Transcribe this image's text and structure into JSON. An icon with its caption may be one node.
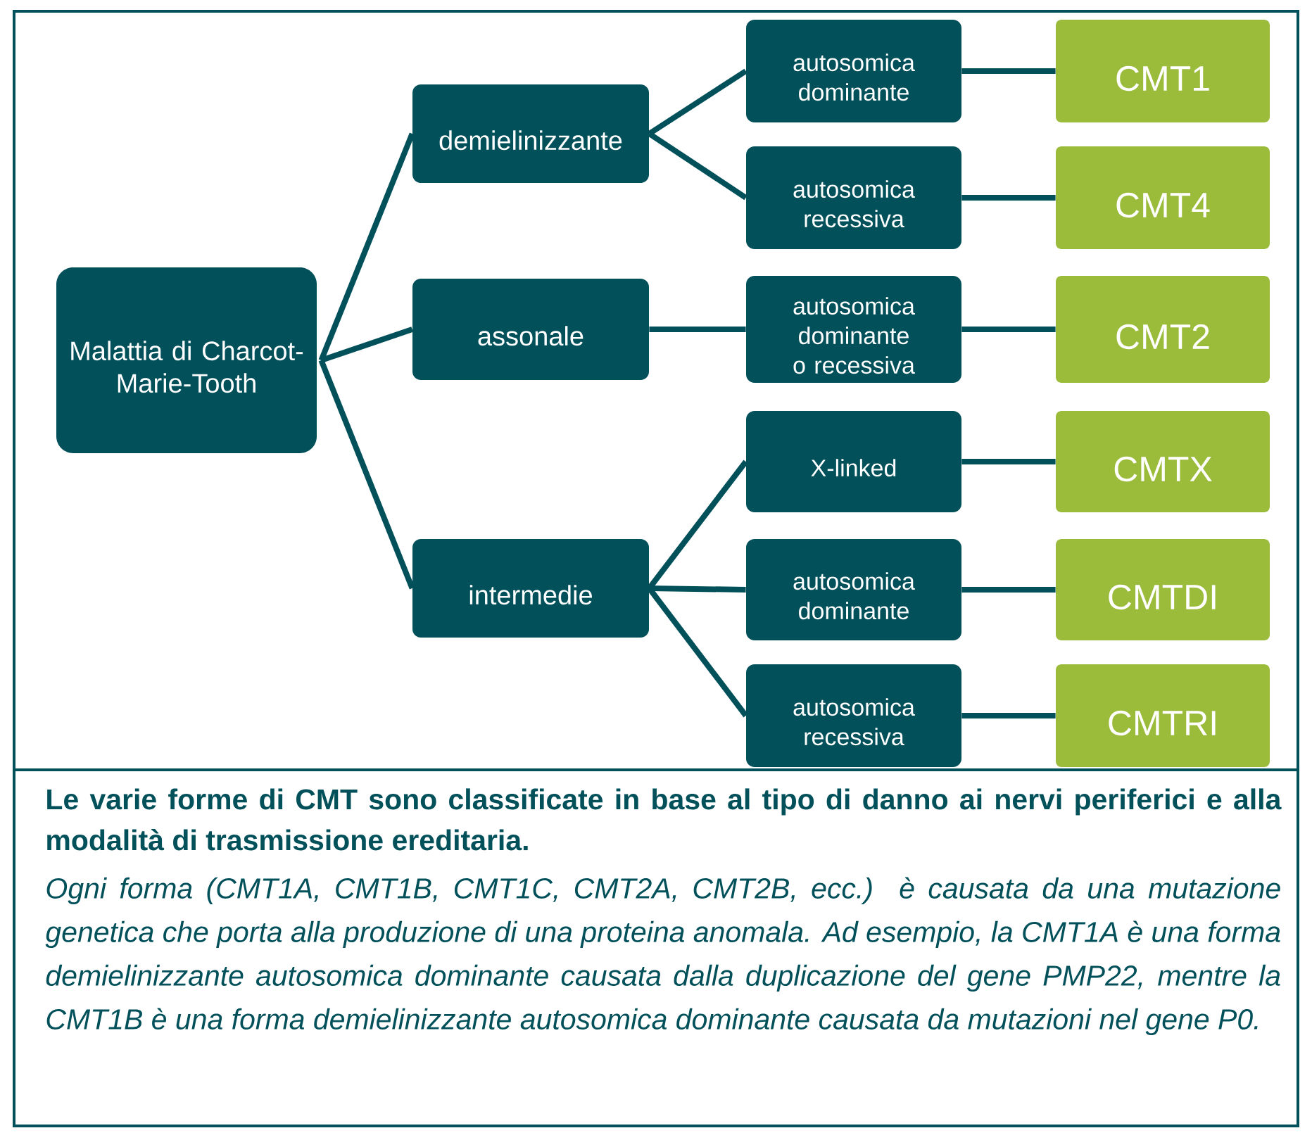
{
  "diagram": {
    "caption": "Le varie forme di CMT sono classificate in base al tipo di danno ai nervi periferici e alla modalità di trasmissione ereditaria.",
    "nodes": [
      {
        "text": [
          "Malattia di Charcot-Marie-Tooth"
        ]
      },
      {
        "text": [
          "demielinizzante"
        ]
      },
      {
        "text": [
          "assonale"
        ]
      },
      {
        "text": [
          "intermedie"
        ]
      },
      {
        "text": [
          "autosomica dominante"
        ]
      },
      {
        "text": [
          "autosomica recessiva"
        ]
      },
      {
        "text": [
          "autosomica dominante o recessiva"
        ]
      },
      {
        "text": [
          "X-linked"
        ]
      },
      {
        "text": [
          "autosomica dominante"
        ]
      },
      {
        "text": [
          "autosomica recessiva"
        ]
      },
      {
        "text": [
          "CMT1"
        ]
      },
      {
        "text": [
          "CMT4"
        ]
      },
      {
        "text": [
          "CMT2"
        ]
      },
      {
        "text": [
          "CMTX"
        ]
      },
      {
        "text": [
          "CMTDI"
        ]
      },
      {
        "text": [
          "CMTRI"
        ]
      }
    ],
    "edges": [
      {
        "from": 0,
        "to": 1,
        "arrow": "none"
      },
      {
        "from": 0,
        "to": 2,
        "arrow": "none"
      },
      {
        "from": 0,
        "to": 3,
        "arrow": "none"
      },
      {
        "from": 1,
        "to": 4,
        "arrow": "none"
      },
      {
        "from": 1,
        "to": 5,
        "arrow": "none"
      },
      {
        "from": 2,
        "to": 6,
        "arrow": "none"
      },
      {
        "from": 3,
        "to": 7,
        "arrow": "none"
      },
      {
        "from": 3,
        "to": 8,
        "arrow": "none"
      },
      {
        "from": 3,
        "to": 9,
        "arrow": "none"
      },
      {
        "from": 4,
        "to": 10,
        "arrow": "none"
      },
      {
        "from": 5,
        "to": 11,
        "arrow": "none"
      },
      {
        "from": 6,
        "to": 12,
        "arrow": "none"
      },
      {
        "from": 7,
        "to": 13,
        "arrow": "none"
      },
      {
        "from": 8,
        "to": 14,
        "arrow": "none"
      },
      {
        "from": 9,
        "to": 15,
        "arrow": "none"
      }
    ],
    "labels": [
      "Ogni forma (CMT1A, CMT1B, CMT1C, CMT2A, CMT2B, ecc.) è causata da una mutazione genetica che porta alla produzione di una proteina anomala. Ad esempio, la CMT1A è una forma demielinizzante autosomica dominante causata dalla duplicazione del gene PMP22, mentre la CMT1B è una forma demielinizzante autosomica dominante causata da mutazioni nel gene P0."
    ]
  }
}
